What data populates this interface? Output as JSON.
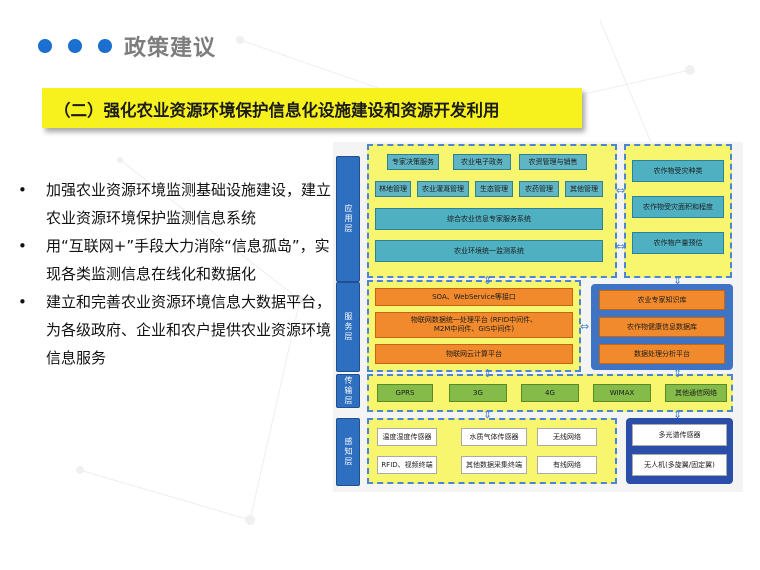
{
  "header": {
    "title": "政策建议"
  },
  "banner": {
    "text": "（二）强化农业资源环境保护信息化设施建设和资源开发利用"
  },
  "bullets": [
    "加强农业资源环境监测基础设施建设，建立农业资源环境保护监测信息系统",
    "用“互联网+”手段大力消除“信息孤岛”，实现各类监测信息在线化和数据化",
    "建立和完善农业资源环境信息大数据平台，为各级政府、企业和农户提供农业资源环境信息服务"
  ],
  "diagram": {
    "layers": {
      "application": "应用层",
      "service": "服务层",
      "transport": "传输层",
      "perception": "感知层"
    },
    "app_top_row": [
      "专家决策服务",
      "农业电子政务",
      "农资管理与销售"
    ],
    "app_second_row": [
      "林地管理",
      "农业灌溉管理",
      "生态管理",
      "农药管理",
      "其他管理"
    ],
    "app_expert_system": "综合农业信息专家服务系统",
    "app_monitor_system": "农业环境统一监测系统",
    "app_right": [
      "农作物受灾种类",
      "农作物受灾面积和程度",
      "农作物产量预估"
    ],
    "service_items": [
      "SOA、WebService等接口",
      "物联网数据统一处理平台 (RFID中间件、M2M中间件、GIS中间件)",
      "物联网云计算平台"
    ],
    "service_right": [
      "农业专家知识库",
      "农作物健康信息数据库",
      "数据处理分析平台"
    ],
    "transport_items": [
      "GPRS",
      "3G",
      "4G",
      "WIMAX",
      "其他通信网络"
    ],
    "perception_items": [
      "温度湿度传感器",
      "水质气体传感器",
      "无线网络",
      "RFID、视频终端",
      "其他数据采集终端",
      "有线网络"
    ],
    "perception_right": [
      "多光谱传感器",
      "无人机(多旋翼/固定翼)"
    ]
  },
  "colors": {
    "accent_blue": "#1a6fd1",
    "banner_yellow": "#f7f21e",
    "panel_yellow": "#f8f66e",
    "layer_blue": "#2f6fc0",
    "service_orange": "#f08a2c",
    "transport_green": "#85bb48",
    "app_teal": "#4fb0c2"
  }
}
